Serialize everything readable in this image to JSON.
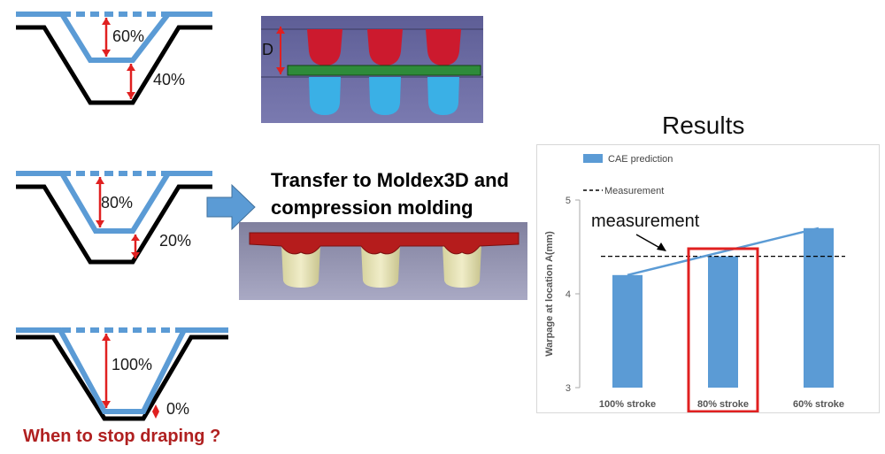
{
  "labels": {
    "top_upper_pct": "60%",
    "top_lower_pct": "40%",
    "mid_upper_pct": "80%",
    "mid_lower_pct": "20%",
    "bot_upper_pct": "100%",
    "bot_lower_pct": "0%",
    "depth_label": "D",
    "transfer_line1": "Transfer to Moldex3D and",
    "transfer_line2": "compression molding",
    "results_title": "Results",
    "question": "When to stop draping ?"
  },
  "colors": {
    "sheet_blue": "#5b9bd5",
    "mold_black": "#000000",
    "arrow_red": "#e02020",
    "question_red": "#b02020",
    "sim_background": "#6a6a9c",
    "sim_red": "#cc1a2e",
    "sim_cyan": "#3ab0e6",
    "sim_green": "#2e8b3a",
    "part_red": "#b51c1c",
    "part_cream": "#e6e2b4",
    "highlight_red": "#e02020"
  },
  "chart_data": {
    "type": "bar",
    "categories": [
      "100% stroke",
      "80% stroke",
      "60% stroke"
    ],
    "series": [
      {
        "name": "CAE prediction",
        "values": [
          4.2,
          4.4,
          4.7
        ]
      }
    ],
    "reference_line": {
      "name": "Measurement",
      "value": 4.4
    },
    "trend_line": [
      4.2,
      4.7
    ],
    "annotation": "measurement",
    "highlighted_category": "80% stroke",
    "ylabel": "Warpage at location A(mm)",
    "xlabel": "",
    "yticks": [
      3,
      4,
      5
    ],
    "ylim": [
      3,
      5
    ],
    "legend_position": "top-left",
    "grid": false
  }
}
